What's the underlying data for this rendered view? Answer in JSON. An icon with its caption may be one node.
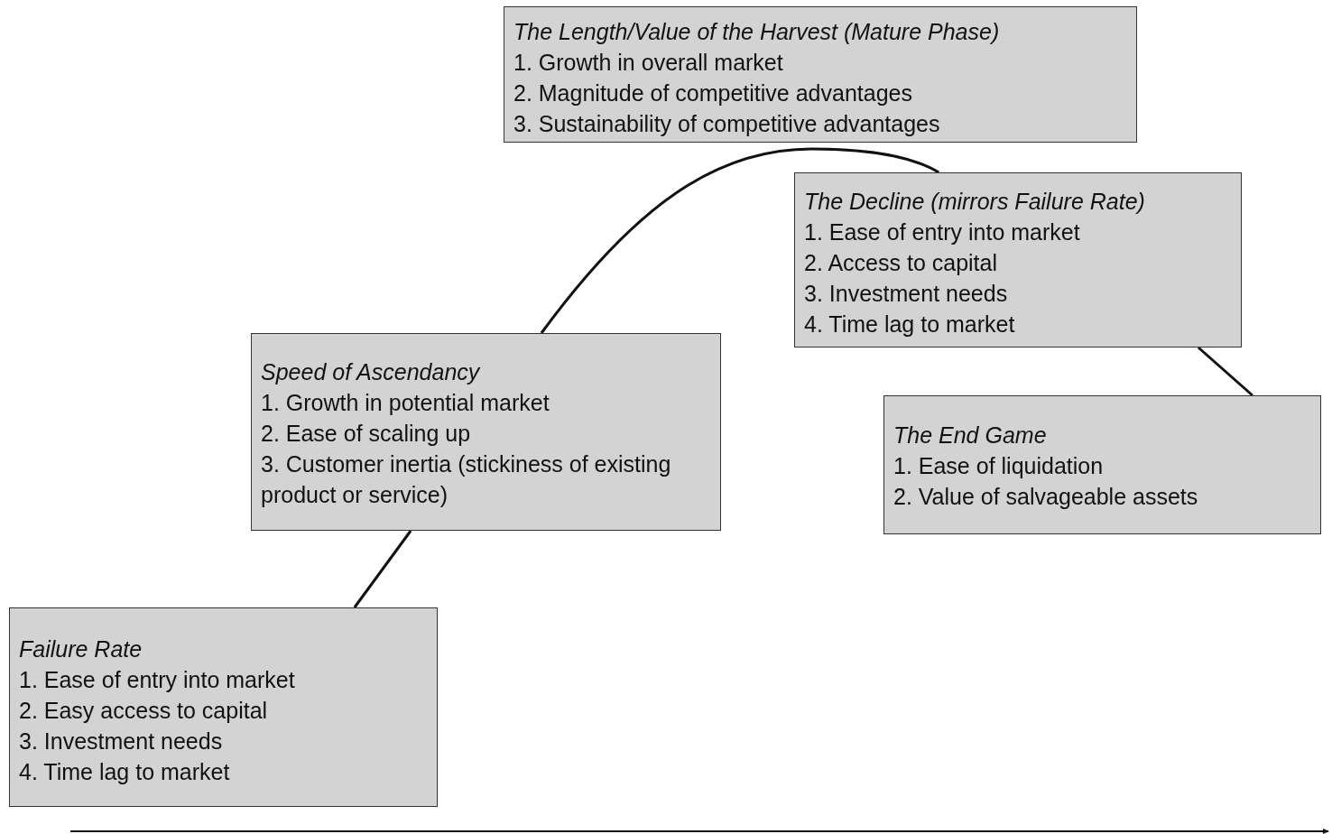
{
  "diagram": {
    "nodes": [
      {
        "text": [
          "The Length/Value of the Harvest (Mature Phase)",
          "1. Growth in overall market",
          "2. Magnitude of competitive advantages",
          "3. Sustainability of competitive advantages"
        ]
      },
      {
        "text": [
          "The Decline (mirrors Failure Rate)",
          "1. Ease of entry into market",
          "2. Access to capital",
          "3. Investment needs",
          "4. Time lag to market"
        ]
      },
      {
        "text": [
          "Speed of Ascendancy",
          "1. Growth in potential market",
          "2. Ease of scaling up",
          "3. Customer inertia (stickiness of existing product or service)"
        ]
      },
      {
        "text": [
          "The End Game",
          "1. Ease of liquidation",
          "2. Value of salvageable assets"
        ]
      },
      {
        "text": [
          "Failure Rate",
          "1. Ease of entry into market",
          "2. Easy access to capital",
          "3. Investment needs",
          "4. Time lag to market"
        ]
      }
    ],
    "edges": [
      {
        "from": 4,
        "to": 2,
        "arrow": "none"
      },
      {
        "from": 2,
        "to": 1,
        "arrow": "none"
      },
      {
        "from": 1,
        "to": 3,
        "arrow": "none"
      }
    ]
  }
}
